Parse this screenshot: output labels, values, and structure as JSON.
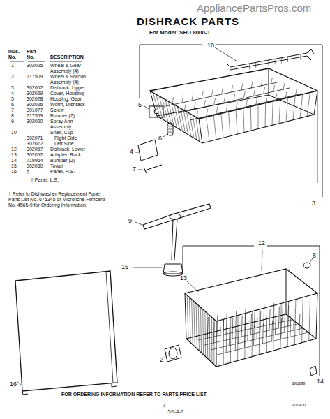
{
  "diagram": {
    "title": "DISHRACK PARTS",
    "caption": "FOR ORDERING INFORMATION REFER TO PARTS PRICE LIST",
    "labels": [
      "AppliancePartsPros.com",
      "For Model: SHU 8000-1",
      "Illus. No.",
      "Part No.",
      "DESCRIPTION",
      "1",
      "302025",
      "Wheel & Gear Assembly (4)",
      "2",
      "717509",
      "Wheel & Shroud Assembly (4)",
      "3",
      "302062",
      "Dishrack, Upper",
      "4",
      "302029",
      "Cover, Housing",
      "5",
      "302028",
      "Housing, Gear",
      "6",
      "302026",
      "Worm, Dishrack",
      "7",
      "301077",
      "Screw",
      "8",
      "717559",
      "Bumper (7)",
      "9",
      "302020",
      "Spray Arm Assembly",
      "10",
      "Shelf, Cup",
      "302071",
      "Right Side",
      "302072",
      "Left Side",
      "12",
      "302057",
      "Dishrack, Lower",
      "13",
      "302052",
      "Adapter, Rack",
      "14",
      "719964",
      "Bumper (2)",
      "15",
      "302030",
      "Tower",
      "16",
      "†",
      "Panel, R.S.",
      "† Panel, L.S.",
      "† Refer to Dishwasher Replacement Panel Parts List No. 675345 or Microfiche Filmcard No. 4565-9 for Ordering Information.",
      "10",
      "5",
      "6",
      "4",
      "7",
      "3",
      "9",
      "15",
      "12",
      "13",
      "8",
      "2",
      "14",
      "16",
      "SW1899",
      "7",
      "5/6-A-7",
      "301900"
    ]
  }
}
